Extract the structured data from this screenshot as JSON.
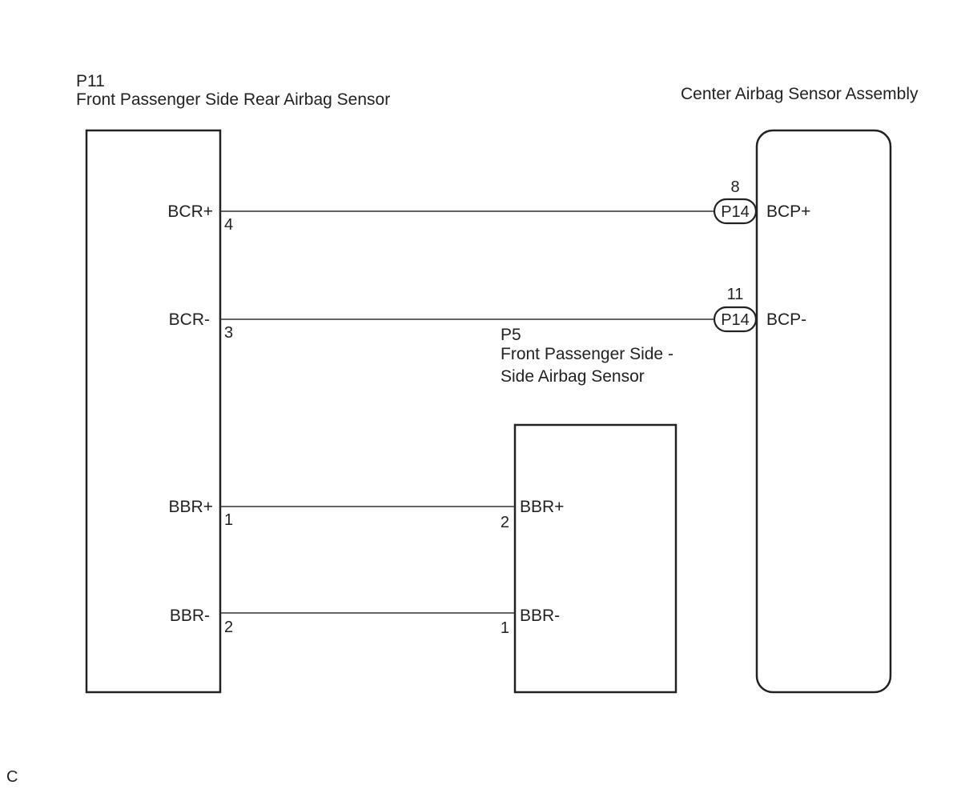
{
  "components": {
    "rear_sensor": {
      "code": "P11",
      "name": "Front Passenger Side Rear Airbag Sensor",
      "terminals": [
        {
          "label": "BCR+",
          "pin": "4"
        },
        {
          "label": "BCR-",
          "pin": "3"
        },
        {
          "label": "BBR+",
          "pin": "1"
        },
        {
          "label": "BBR-",
          "pin": "2"
        }
      ]
    },
    "side_sensor": {
      "code": "P5",
      "name_line1": "Front Passenger Side -",
      "name_line2": "Side Airbag Sensor",
      "terminals": [
        {
          "label": "BBR+",
          "pin": "2"
        },
        {
          "label": "BBR-",
          "pin": "1"
        }
      ]
    },
    "center_sensor": {
      "name": "Center Airbag Sensor Assembly",
      "terminals": [
        {
          "label": "BCP+",
          "pin": "8",
          "connector": "P14"
        },
        {
          "label": "BCP-",
          "pin": "11",
          "connector": "P14"
        }
      ]
    }
  },
  "wires": [
    {
      "from": "P11-4 BCR+",
      "to": "P14-8 BCP+"
    },
    {
      "from": "P11-3 BCR-",
      "to": "P14-11 BCP-"
    },
    {
      "from": "P11-1 BBR+",
      "to": "P5-2 BBR+"
    },
    {
      "from": "P11-2 BBR-",
      "to": "P5-1 BBR-"
    }
  ],
  "footer_code": "C"
}
